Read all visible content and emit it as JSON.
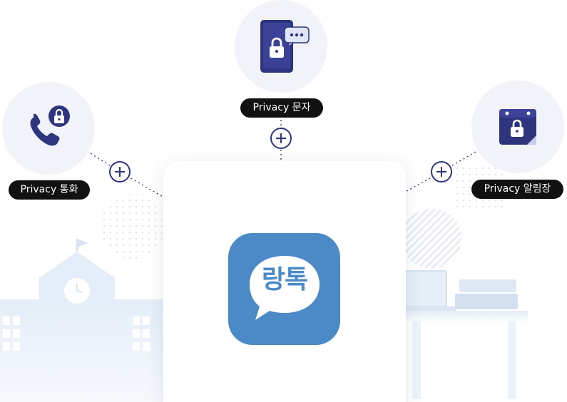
{
  "features": {
    "call": {
      "label": "Privacy 통화",
      "icon": "phone-lock-icon"
    },
    "message": {
      "label": "Privacy 문자",
      "icon": "mobile-message-lock-icon"
    },
    "calendar": {
      "label": "Privacy 알림장",
      "icon": "calendar-lock-icon"
    }
  },
  "app": {
    "name": "랑톡",
    "icon": "langtok-app-icon"
  },
  "colors": {
    "navy": "#2e347e",
    "app_blue": "#4b8ac7",
    "circle_bg": "#f2f3f8",
    "label_bg": "#111111",
    "illustration": "#e6eef8"
  }
}
